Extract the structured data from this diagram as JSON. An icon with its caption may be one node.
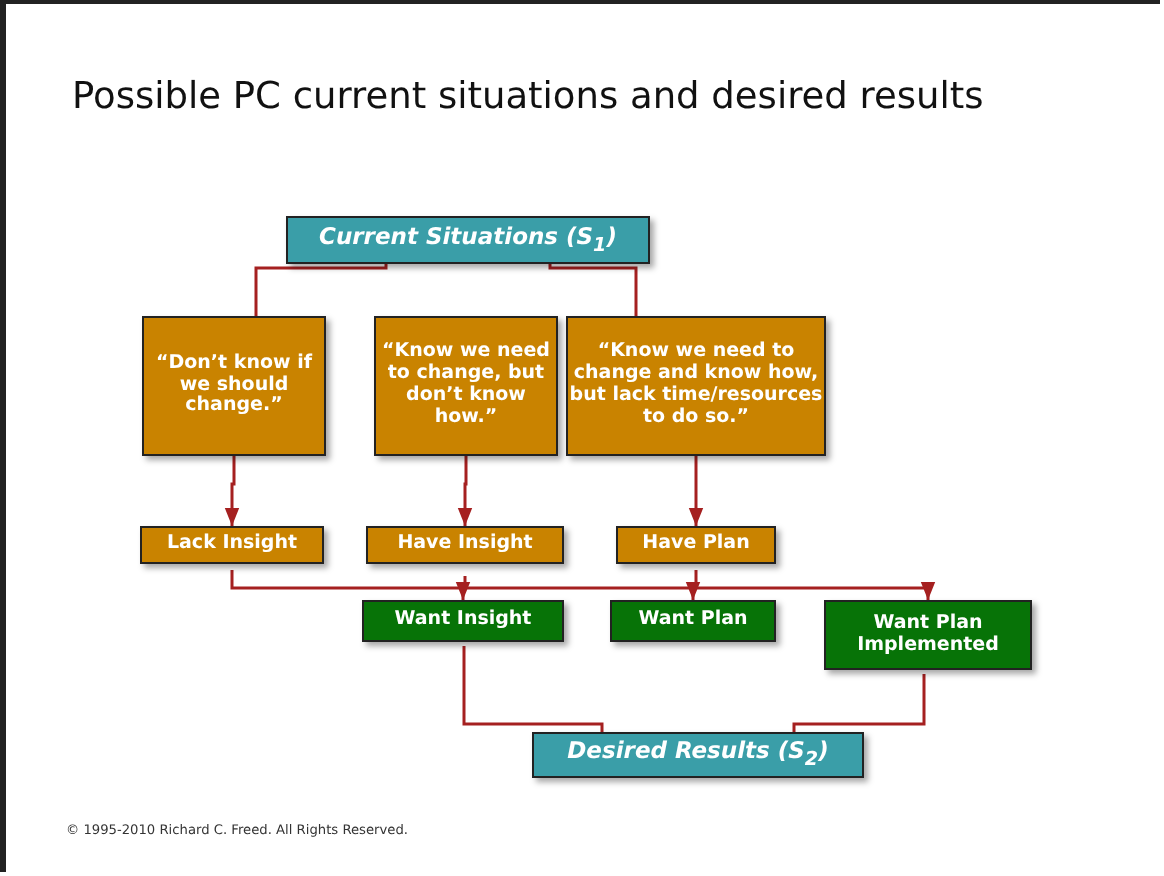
{
  "diagram": {
    "title": "Possible PC current situations and desired results",
    "nodes": [
      {
        "text": [
          "Current Situations (S$_{1}$)"
        ]
      },
      {
        "text": [
          "“Don’t know if we should change.”"
        ]
      },
      {
        "text": [
          "“Know we need to change, but don’t know how.”"
        ]
      },
      {
        "text": [
          "“Know we need to change and know how, but lack time/resources to do so.”"
        ]
      },
      {
        "text": [
          "Lack Insight"
        ]
      },
      {
        "text": [
          "Have Insight"
        ]
      },
      {
        "text": [
          "Have Plan"
        ]
      },
      {
        "text": [
          "Want Insight"
        ]
      },
      {
        "text": [
          "Want Plan"
        ]
      },
      {
        "text": [
          "Want Plan Implemented"
        ]
      },
      {
        "text": [
          "Desired Results (S$_{2}$)"
        ]
      }
    ],
    "edges": [
      {
        "from": 0,
        "to": 1,
        "arrow": "none"
      },
      {
        "from": 0,
        "to": 3,
        "arrow": "none"
      },
      {
        "from": 1,
        "to": 4,
        "arrow": "to"
      },
      {
        "from": 2,
        "to": 5,
        "arrow": "to"
      },
      {
        "from": 3,
        "to": 6,
        "arrow": "to"
      },
      {
        "from": 4,
        "to": 7,
        "arrow": "to"
      },
      {
        "from": 5,
        "to": 8,
        "arrow": "to"
      },
      {
        "from": 6,
        "to": 9,
        "arrow": "to"
      },
      {
        "from": 7,
        "to": 10,
        "arrow": "none"
      },
      {
        "from": 9,
        "to": 10,
        "arrow": "none"
      }
    ],
    "labels": [
      "© 1995-2010  Richard C. Freed. All Rights Reserved."
    ]
  }
}
